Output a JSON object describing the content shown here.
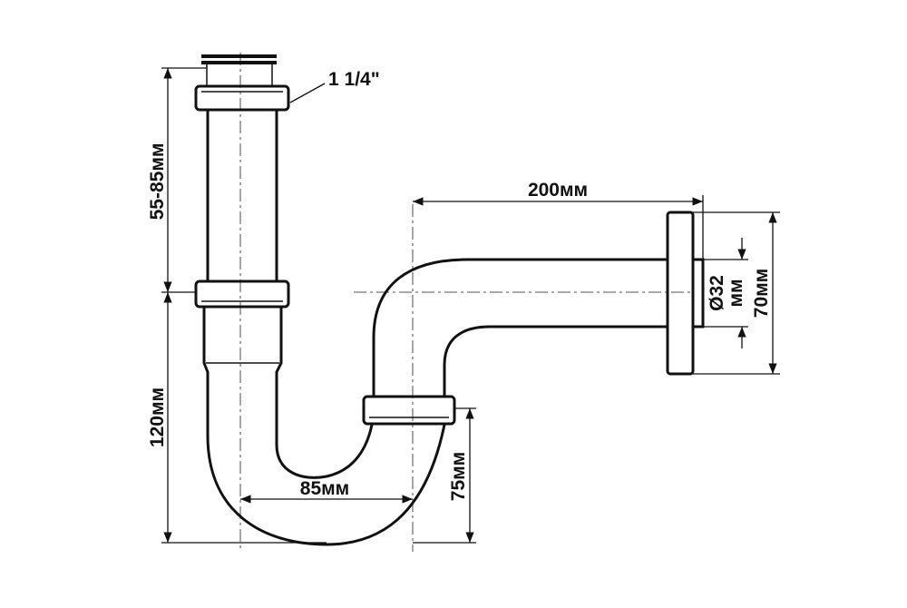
{
  "diagram": {
    "labels": {
      "thread": "1 1/4\"",
      "upper_height": "55-85мм",
      "lower_height": "120мм",
      "bend_width": "85мм",
      "outlet_height": "75мм",
      "outlet_length": "200мм",
      "diameter_symbol": "Ø32",
      "diameter_unit": "мм",
      "flange_height": "70мм"
    }
  }
}
